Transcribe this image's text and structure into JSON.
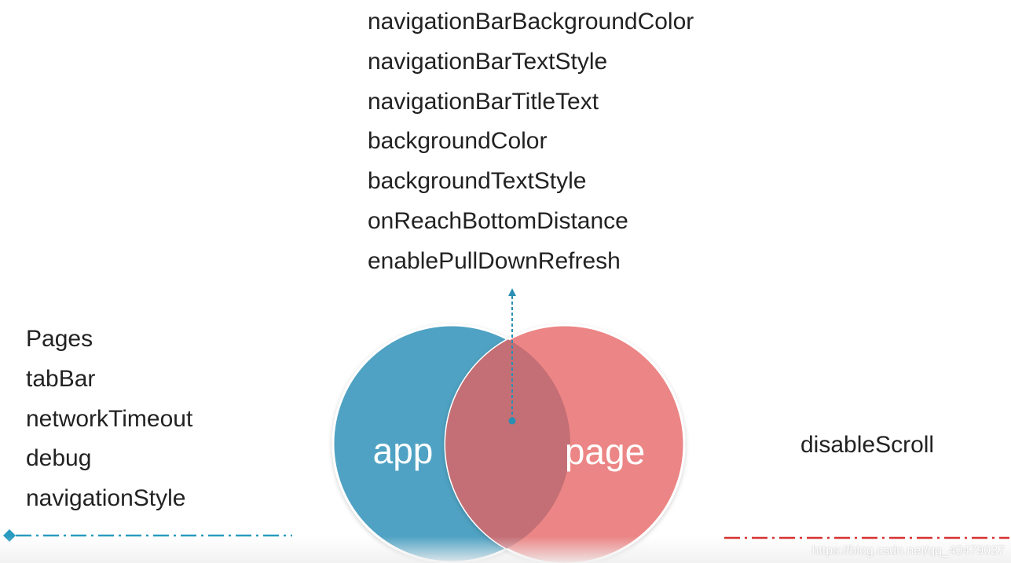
{
  "shared_settings": [
    "navigationBarBackgroundColor",
    "navigationBarTextStyle",
    "navigationBarTitleText",
    "backgroundColor",
    "backgroundTextStyle",
    "onReachBottomDistance",
    "enablePullDownRefresh"
  ],
  "app_settings": [
    "Pages",
    "tabBar",
    "networkTimeout",
    "debug",
    "navigationStyle"
  ],
  "page_settings": [
    "disableScroll"
  ],
  "venn": {
    "left_label": "app",
    "right_label": "page",
    "left_color": "#4fa2c3",
    "right_color": "#ec8585",
    "overlap_color": "#c46e75",
    "arrow_color": "#2a8fb3",
    "app_line_color": "#2a9bc0",
    "page_line_color": "#d62828"
  },
  "watermark": "https://blog.csdn.net/qq_40479037"
}
